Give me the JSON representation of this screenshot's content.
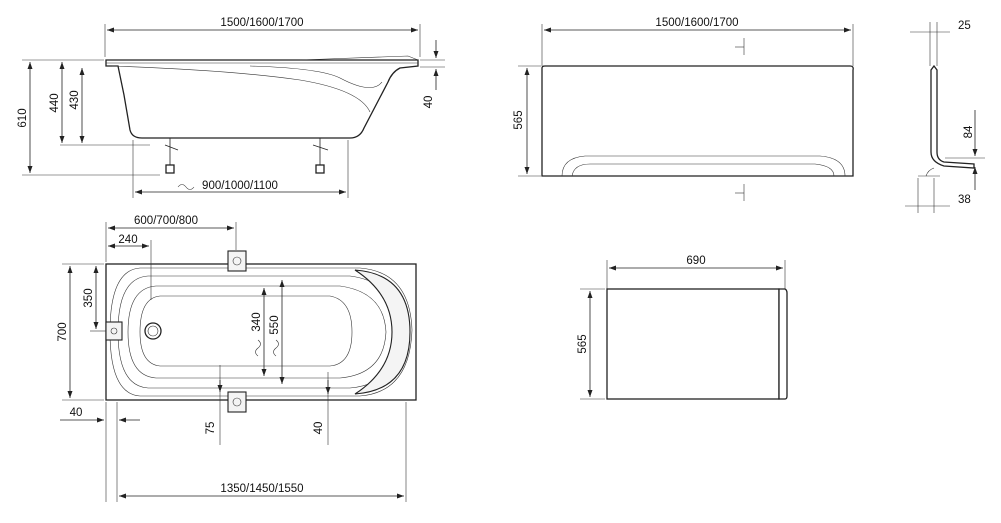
{
  "side_view": {
    "length_top": "1500/1600/1700",
    "height_total": "610",
    "height_outer": "440",
    "height_inner": "430",
    "rim": "40",
    "leg_span": "900/1000/1100"
  },
  "front_panel": {
    "length": "1500/1600/1700",
    "height": "565"
  },
  "panel_profile": {
    "top": "25",
    "mid": "84",
    "bottom": "38"
  },
  "top_view": {
    "offset_a": "600/700/800",
    "offset_b": "240",
    "width": "700",
    "inner": "350",
    "d340": "340",
    "d550": "550",
    "edge": "40",
    "d75": "75",
    "d40b": "40",
    "length_inner": "1350/1450/1550"
  },
  "end_panel": {
    "length": "690",
    "height": "565"
  },
  "colors": {
    "line": "#222222",
    "fill": "#ffffff"
  }
}
